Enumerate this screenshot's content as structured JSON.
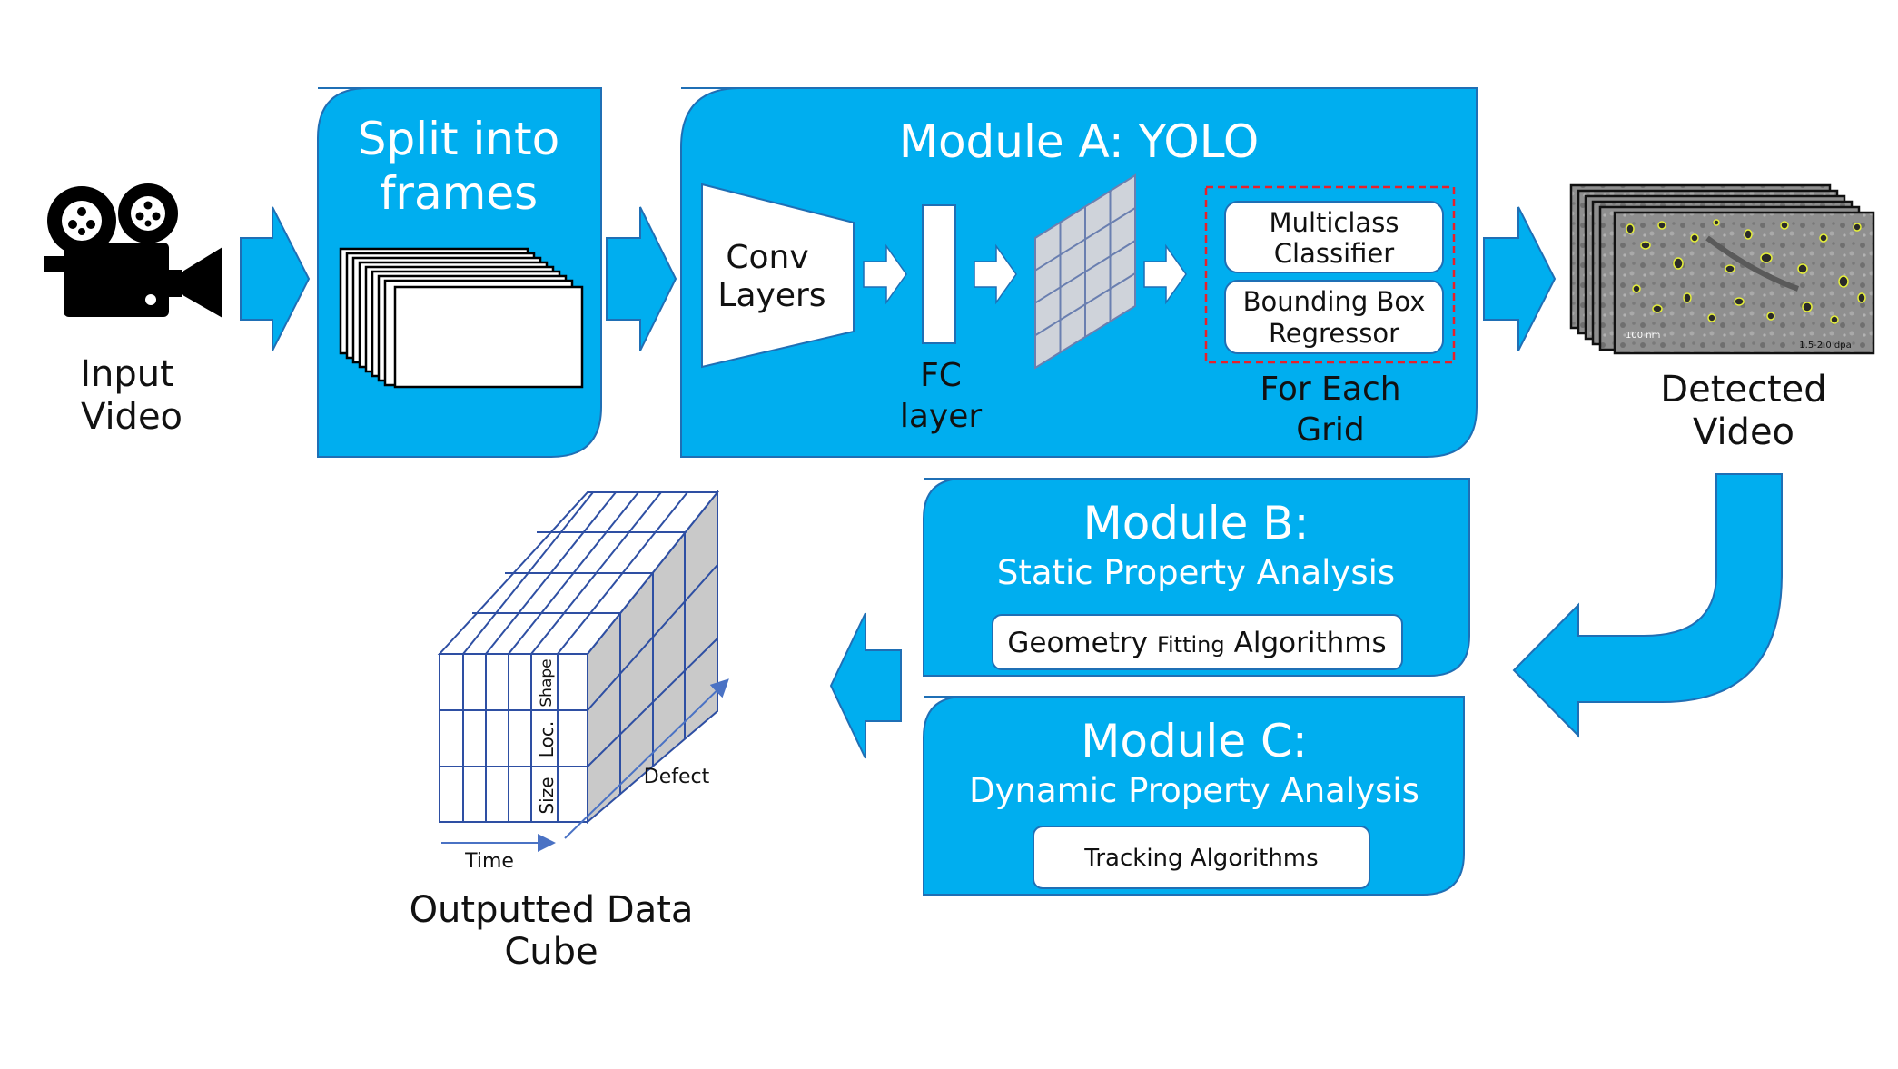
{
  "input": {
    "label_line1": "Input",
    "label_line2": "Video",
    "icon": "video-camera-icon"
  },
  "split": {
    "title_line1": "Split into",
    "title_line2": "frames"
  },
  "module_a": {
    "title": "Module A: YOLO",
    "conv_line1": "Conv",
    "conv_line2": "Layers",
    "fc_line1": "FC",
    "fc_line2": "layer",
    "classifier_line1": "Multiclass",
    "classifier_line2": "Classifier",
    "regressor_line1": "Bounding Box",
    "regressor_line2": "Regressor",
    "grid_line1": "For Each",
    "grid_line2": "Grid"
  },
  "detected": {
    "label_line1": "Detected",
    "label_line2": "Video",
    "scale_text": "100 nm",
    "dpa_text": "1.5-2.0 dpa"
  },
  "module_b": {
    "title": "Module B:",
    "subtitle": "Static Property Analysis",
    "algo_part1": "Geometry",
    "algo_part2": "Fitting",
    "algo_part3": "Algorithms"
  },
  "module_c": {
    "title": "Module C:",
    "subtitle": "Dynamic Property Analysis",
    "algo": "Tracking Algorithms"
  },
  "cube": {
    "label_line1": "Outputted Data",
    "label_line2": "Cube",
    "axis_time": "Time",
    "axis_defect": "Defect",
    "row_shape": "Shape",
    "row_loc": "Loc.",
    "row_size": "Size"
  },
  "colors": {
    "accent": "#00AEEF",
    "accent_stroke": "#1F6FB5",
    "cube_line": "#2E4FA3",
    "highlight_red": "#E8202A"
  }
}
